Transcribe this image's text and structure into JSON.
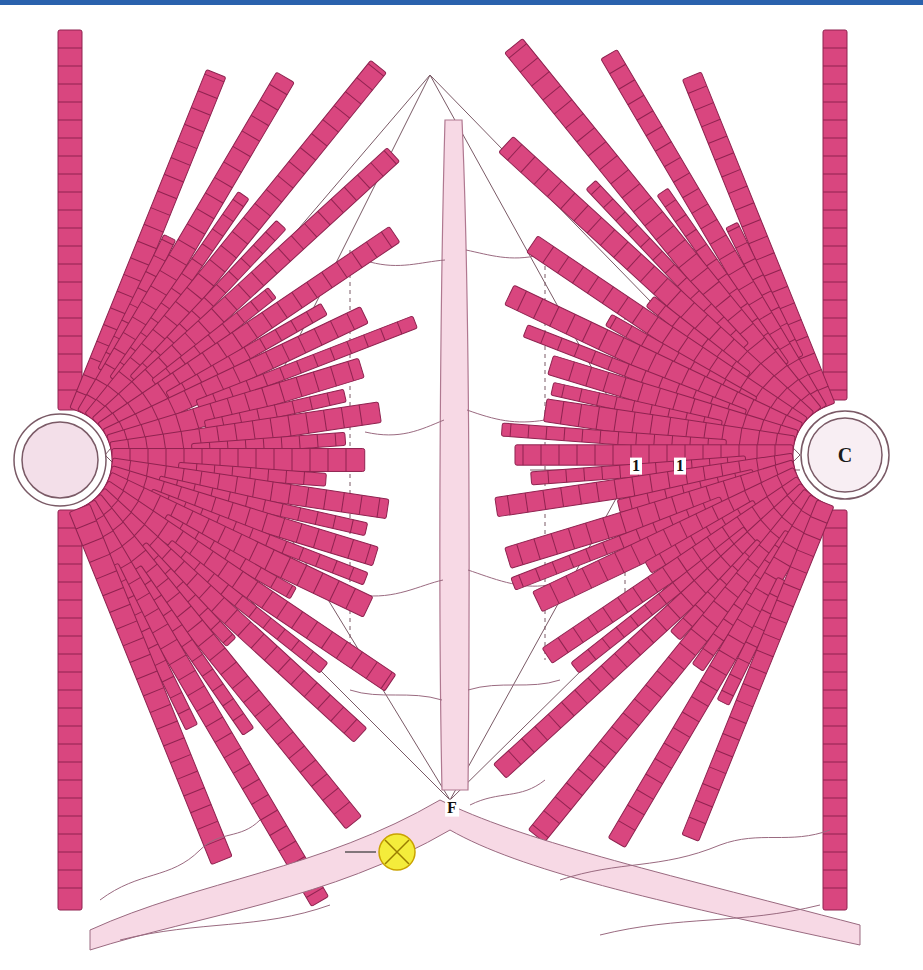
{
  "diagram": {
    "nodes": [
      {
        "text": [
          "C"
        ]
      }
    ],
    "labels": [
      "1",
      "1",
      "F"
    ]
  }
}
